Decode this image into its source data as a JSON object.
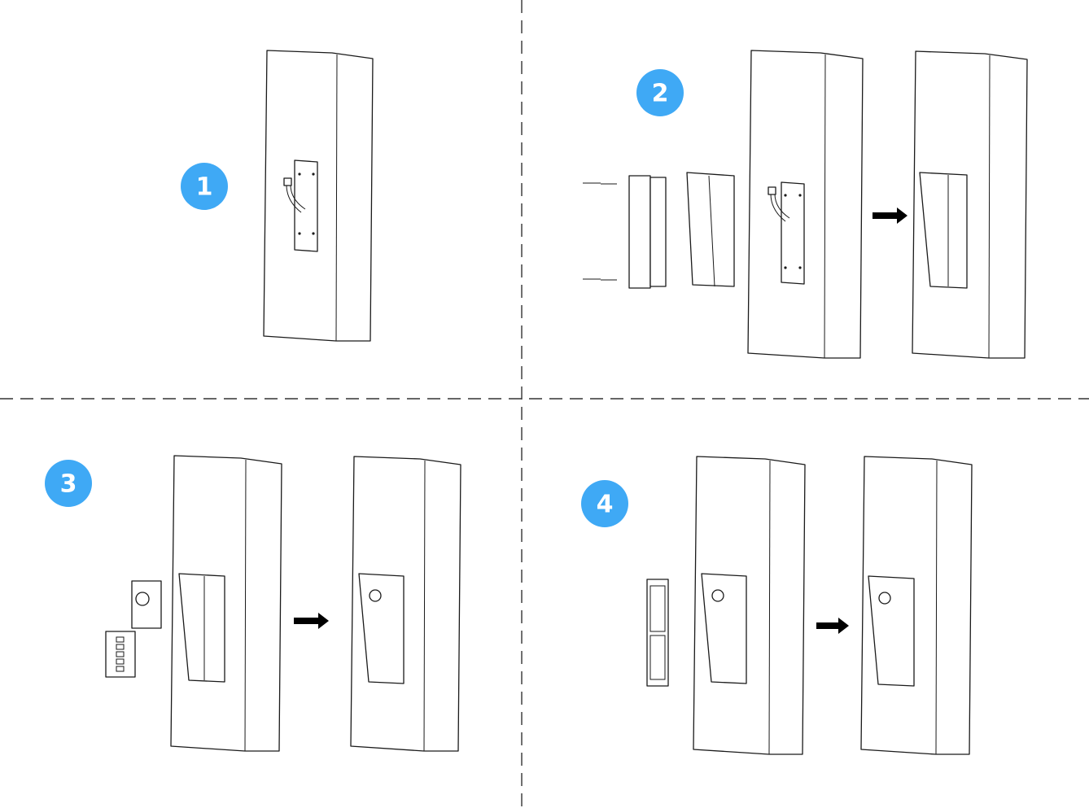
{
  "steps": [
    {
      "label": "1"
    },
    {
      "label": "2"
    },
    {
      "label": "3"
    },
    {
      "label": "4"
    }
  ],
  "colors": {
    "step_badge": "#3FA9F5",
    "line": "#1a1a1a"
  },
  "icons": [
    "arrow-right-icon"
  ]
}
